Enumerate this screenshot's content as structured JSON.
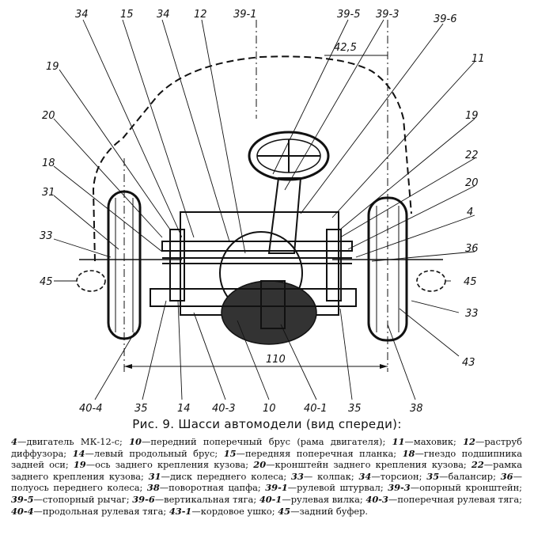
{
  "figure": {
    "callouts_top": [
      "34",
      "15",
      "34",
      "12",
      "39-1",
      "39-5",
      "39-3",
      "39-6"
    ],
    "callouts_left": [
      "19",
      "20",
      "18",
      "31",
      "33",
      "45"
    ],
    "callouts_right": [
      "11",
      "19",
      "22",
      "20",
      "4",
      "36",
      "45",
      "33",
      "43"
    ],
    "callouts_bottom": [
      "40-4",
      "35",
      "14",
      "40-3",
      "10",
      "40-1",
      "35",
      "38"
    ],
    "dimensions": {
      "top": "42,5",
      "track": "110"
    }
  },
  "caption": "Рис. 9. Шасси автомодели (вид спереди):",
  "legend": [
    {
      "num": "4",
      "text": "—двигатель МК-12-с; "
    },
    {
      "num": "10",
      "text": "—передний поперечный брус (рама двигателя); "
    },
    {
      "num": "11",
      "text": "—маховик; "
    },
    {
      "num": "12",
      "text": "—раструб диффузора; "
    },
    {
      "num": "14",
      "text": "—левый продольный брус; "
    },
    {
      "num": "15",
      "text": "—передняя поперечная планка; "
    },
    {
      "num": "18",
      "text": "—гнездо подшипника задней оси; "
    },
    {
      "num": "19",
      "text": "—ось заднего крепления кузова; "
    },
    {
      "num": "20",
      "text": "—кронштейн заднего крепления кузова; "
    },
    {
      "num": "22",
      "text": "—рамка заднего крепления кузова; "
    },
    {
      "num": "31",
      "text": "—диск переднего колеса; "
    },
    {
      "num": "33",
      "text": "— колпак; "
    },
    {
      "num": "34",
      "text": "—торсион; "
    },
    {
      "num": "35",
      "text": "—балансир; "
    },
    {
      "num": "36",
      "text": "—полуось переднего колеса; "
    },
    {
      "num": "38",
      "text": "—поворотная цапфа; "
    },
    {
      "num": "39-1",
      "text": "—рулевой штурвал; "
    },
    {
      "num": "39-3",
      "text": "—опорный кронштейн; "
    },
    {
      "num": "39-5",
      "text": "—стопорный рычаг; "
    },
    {
      "num": "39-6",
      "text": "—вертикальная тяга; "
    },
    {
      "num": "40-1",
      "text": "—рулевая вилка; "
    },
    {
      "num": "40-3",
      "text": "—поперечная рулевая тяга; "
    },
    {
      "num": "40-4",
      "text": "—продольная рулевая тяга; "
    },
    {
      "num": "43-1",
      "text": "—кордовое ушко; "
    },
    {
      "num": "45",
      "text": "—задний буфер."
    }
  ]
}
